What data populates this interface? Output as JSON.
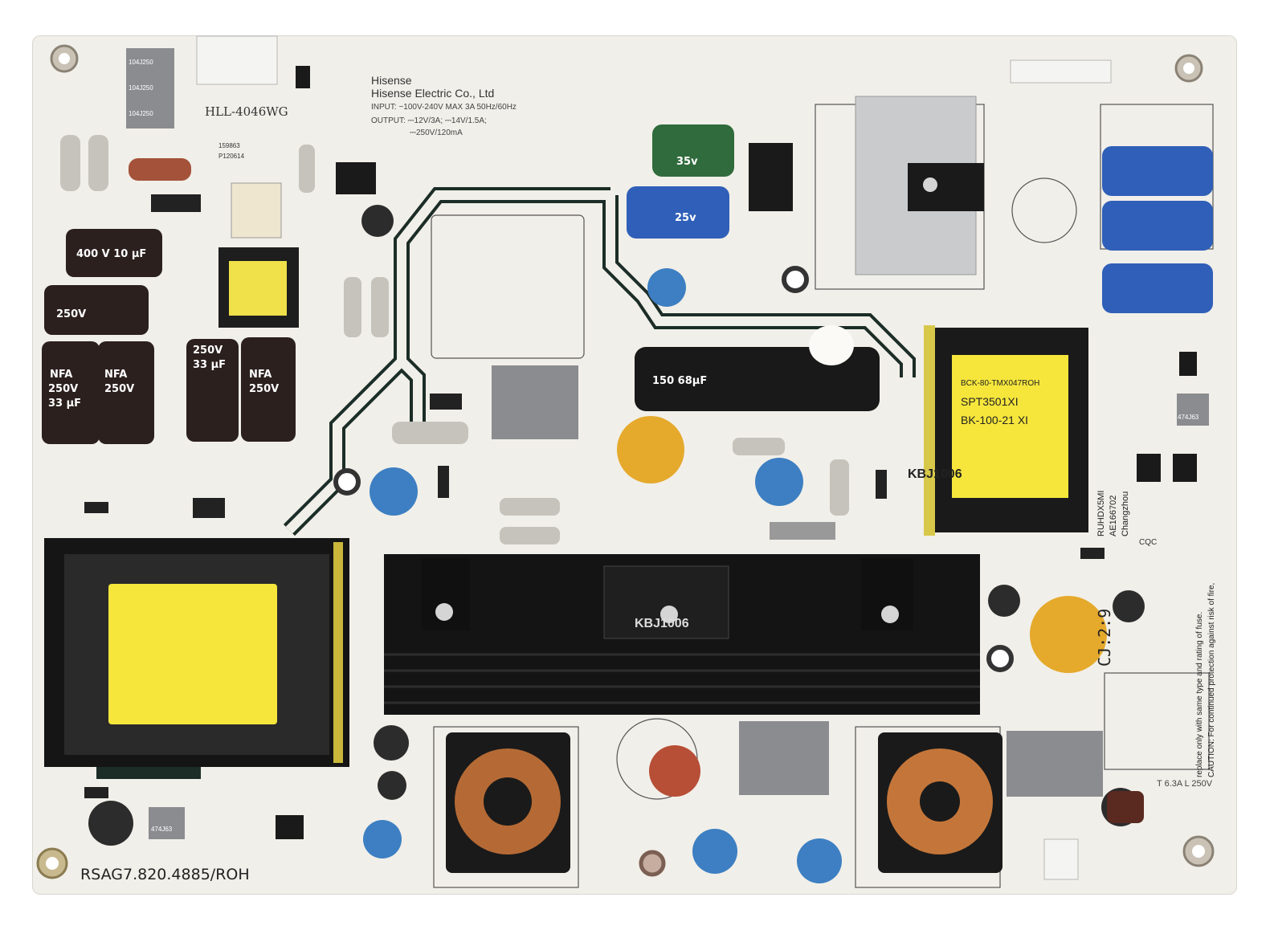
{
  "board": {
    "brand": "Hisense",
    "company": "Hisense Electric Co., Ltd",
    "input_spec": "INPUT: ~100V-240V MAX 3A 50Hz/60Hz",
    "output_spec_1": "OUTPUT: ⎓12V/3A; ⎓14V/1.5A;",
    "output_spec_2": "⎓250V/120mA",
    "part_number": "HLL-4046WG",
    "board_model": "RSAG7.820.4885/ROH",
    "fuse_rating": "T 6.3A L 250V",
    "caution": "CAUTION: For continued protection against risk of fire,",
    "caution_2": "replace only with same type and rating of fuse.",
    "batch": "CJ:2:9",
    "rectifier": "KBJ1006",
    "transformer_label_1": "BCK-80-TMX047ROH",
    "transformer_label_2": "SPT3501XI",
    "transformer_label_3": "BK-100-21 XI",
    "factory_1": "RUHDX5MI",
    "factory_2": "AE166702",
    "factory_3": "Changzhou",
    "cqc": "CQC",
    "cap_104": "104J250",
    "cap_25v": "25v",
    "cap_35v": "35v",
    "cap_nfa_1": "NFA",
    "cap_nfa_v": "250V",
    "cap_nfa_uf": "33 µF",
    "cap_10uf": "400 V 10 µF",
    "cap_bulk": "150 68µF",
    "cap_474": "474J63",
    "sticker_1": "159863",
    "sticker_2": "P120614"
  },
  "colors": {
    "board": "#f1efe9",
    "trace": "#1c2d27",
    "heatsink": "#141414",
    "yellow_tape": "#f6e63c",
    "blue_cap": "#2f5fb8",
    "green_cap": "#2f6b3c",
    "y_cap": "#3d7fc2",
    "varistor": "#e5a92c"
  }
}
